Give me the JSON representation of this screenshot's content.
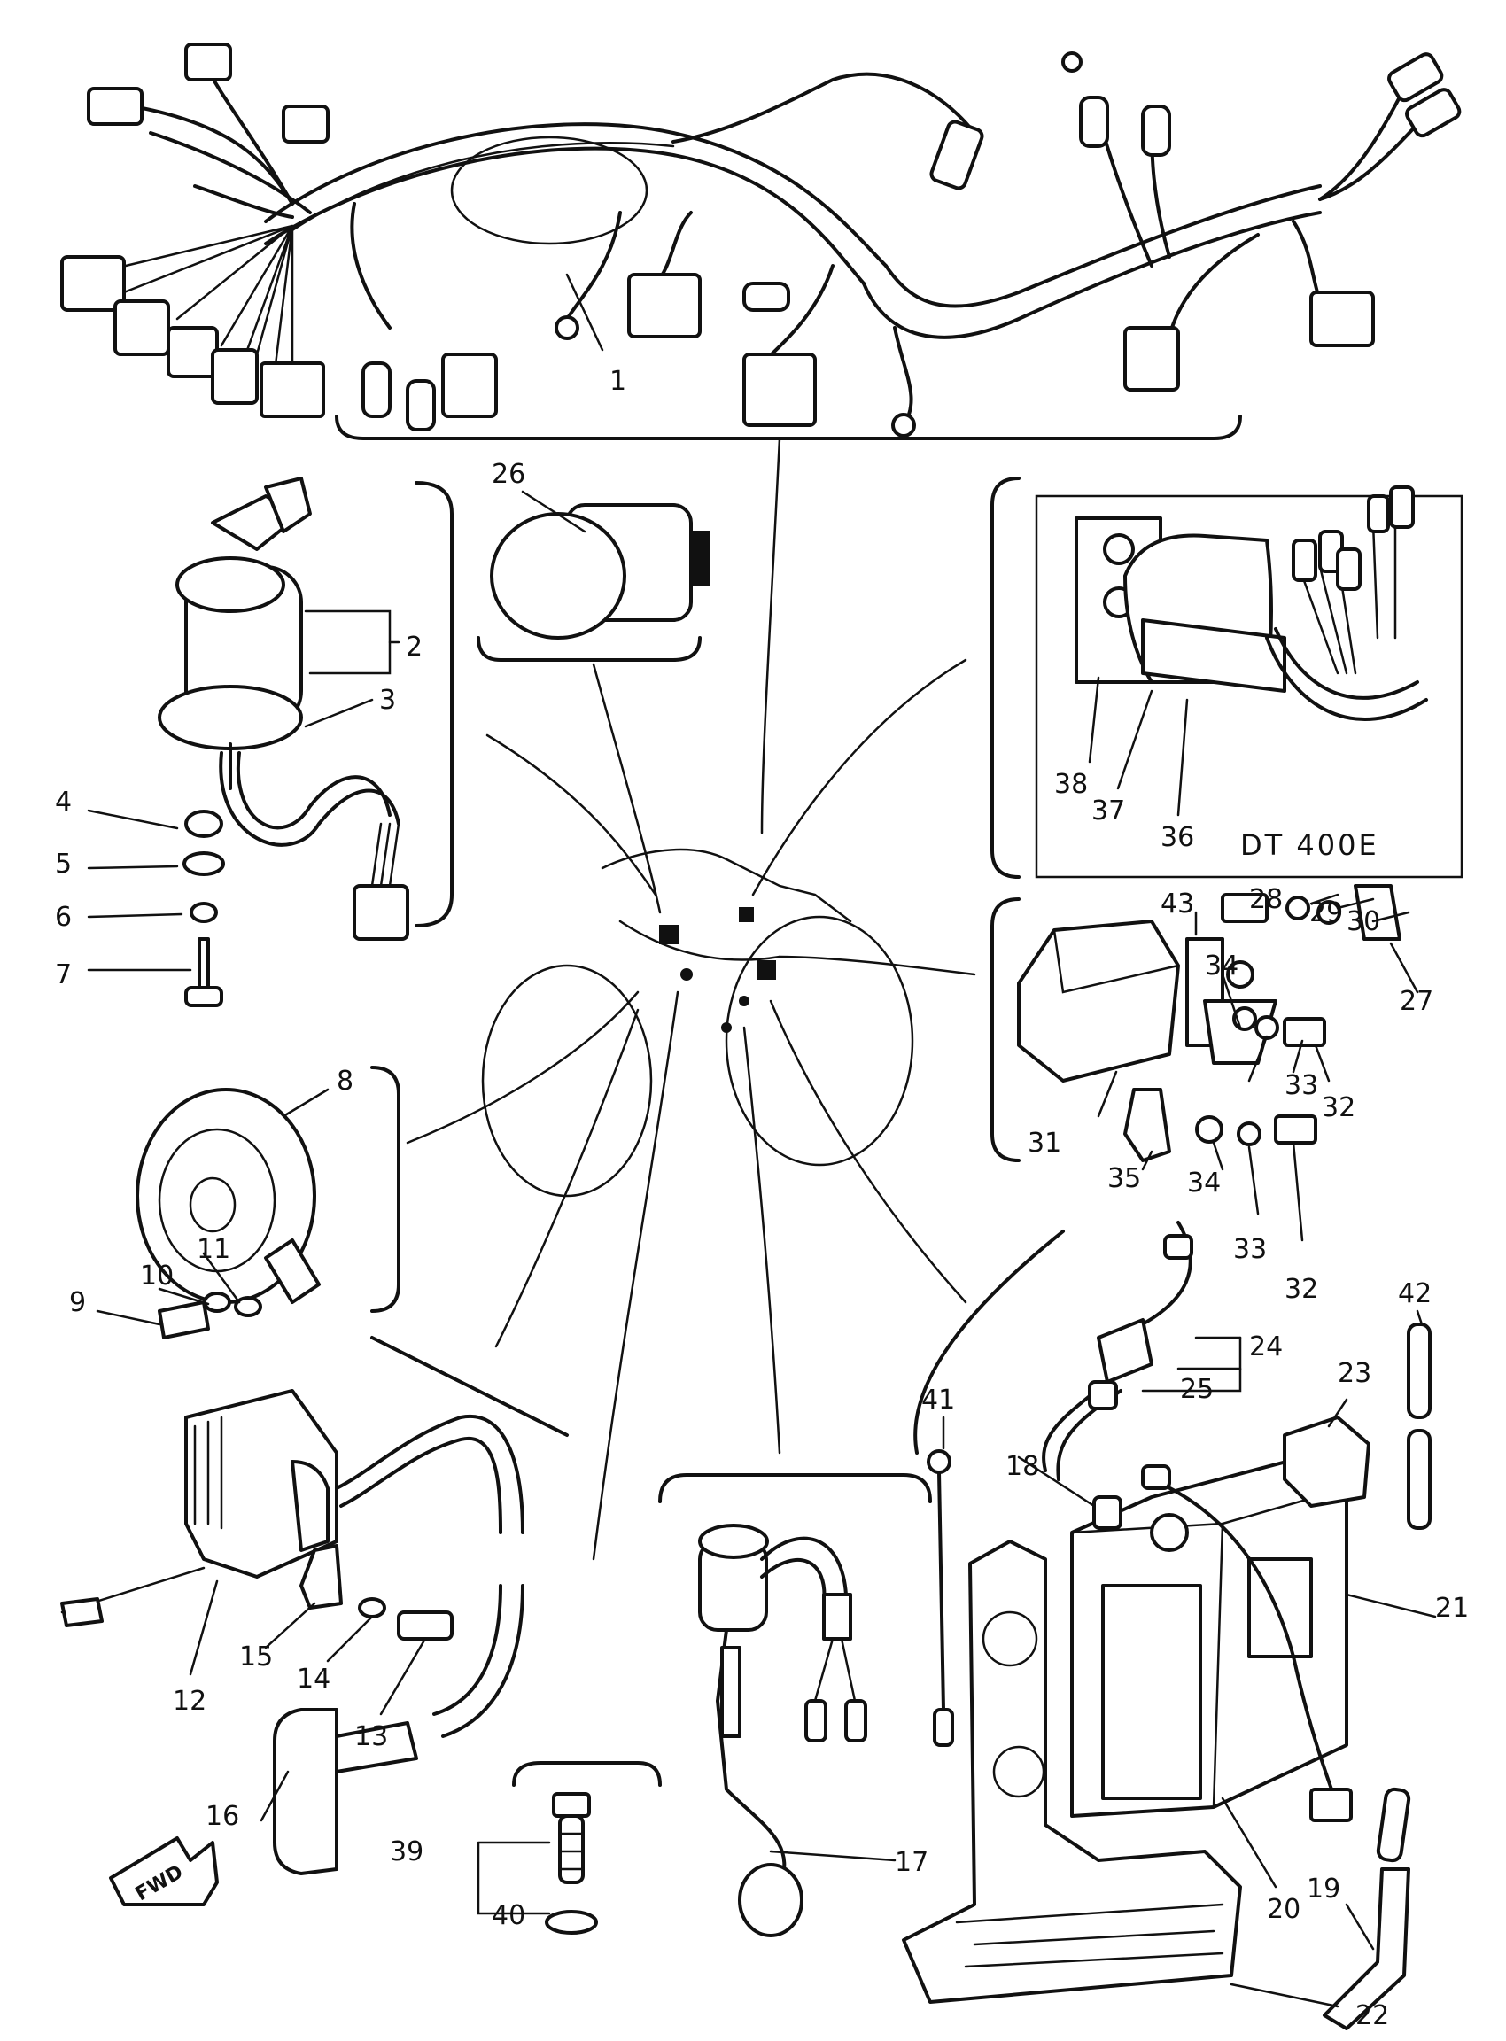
{
  "parts": {
    "p1": "1",
    "p2": "2",
    "p3": "3",
    "p4": "4",
    "p5": "5",
    "p6": "6",
    "p7": "7",
    "p8": "8",
    "p9": "9",
    "p10": "10",
    "p11": "11",
    "p12": "12",
    "p13": "13",
    "p14": "14",
    "p15": "15",
    "p16": "16",
    "p17": "17",
    "p18": "18",
    "p19": "19",
    "p20": "20",
    "p21": "21",
    "p22": "22",
    "p23": "23",
    "p24": "24",
    "p25": "25",
    "p26": "26",
    "p27": "27",
    "p28": "28",
    "p29": "29",
    "p30": "30",
    "p31": "31",
    "p32a": "32",
    "p32b": "32",
    "p33a": "33",
    "p33b": "33",
    "p34a": "34",
    "p34b": "34",
    "p35": "35",
    "p36": "36",
    "p37": "37",
    "p38": "38",
    "p39": "39",
    "p40": "40",
    "p41": "41",
    "p42": "42",
    "p43": "43"
  },
  "model_label": "DT 400E",
  "direction_label": "FWD"
}
